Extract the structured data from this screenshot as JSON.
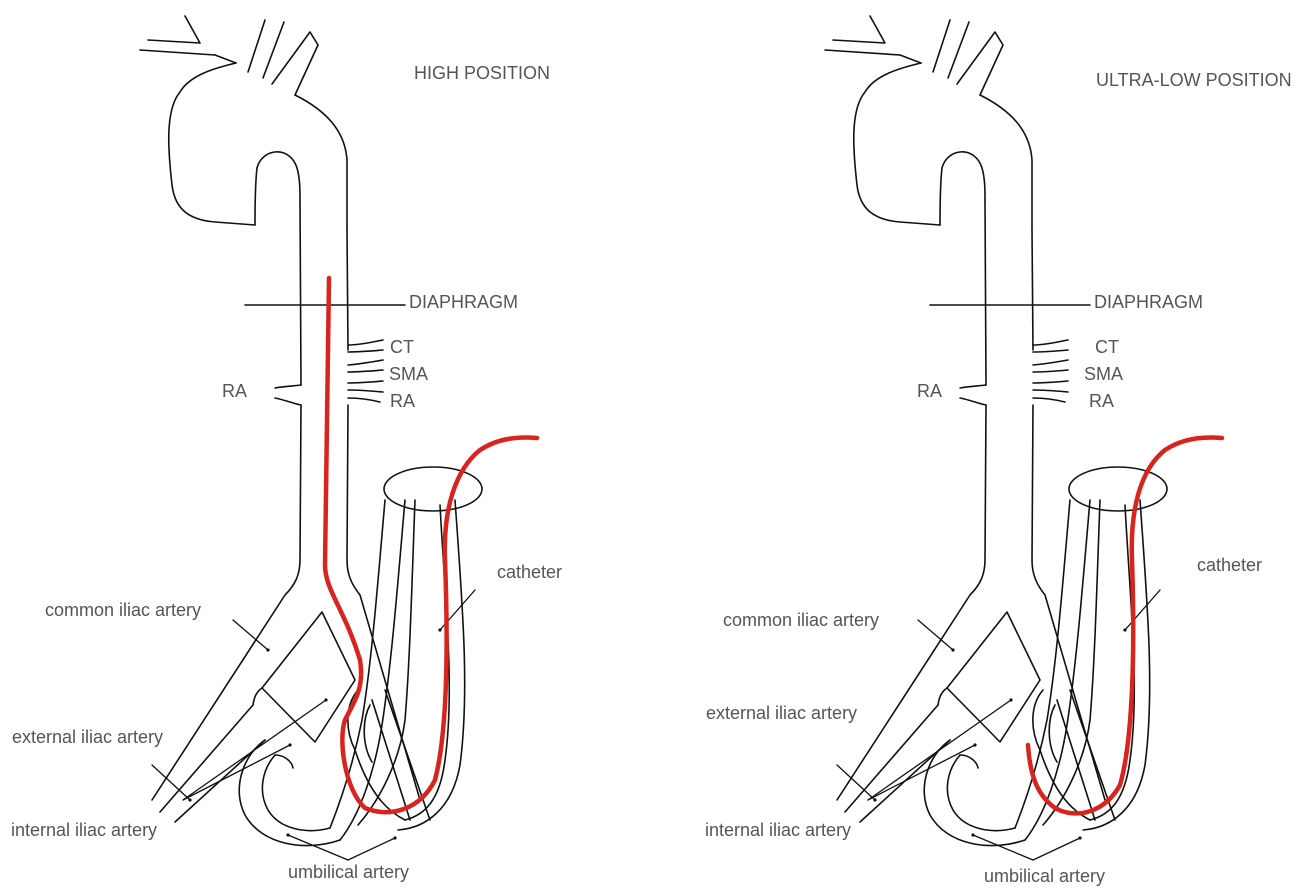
{
  "colors": {
    "vessel": "#111111",
    "catheter": "#d9231f",
    "label": "#555555"
  },
  "panels": [
    {
      "title": "HIGH POSITION",
      "diaphragm": "DIAPHRAGM",
      "ct": "CT",
      "sma": "SMA",
      "ra_right": "RA",
      "ra_left": "RA",
      "catheter": "catheter",
      "common_iliac": "common iliac artery",
      "external_iliac": "external iliac artery",
      "internal_iliac": "internal iliac artery",
      "umbilical": "umbilical artery",
      "catheter_tip_level": "high"
    },
    {
      "title": "ULTRA-LOW POSITION",
      "diaphragm": "DIAPHRAGM",
      "ct": "CT",
      "sma": "SMA",
      "ra_right": "RA",
      "ra_left": "RA",
      "catheter": "catheter",
      "common_iliac": "common iliac artery",
      "external_iliac": "external iliac artery",
      "internal_iliac": "internal iliac artery",
      "umbilical": "umbilical artery",
      "catheter_tip_level": "ultra-low"
    }
  ]
}
